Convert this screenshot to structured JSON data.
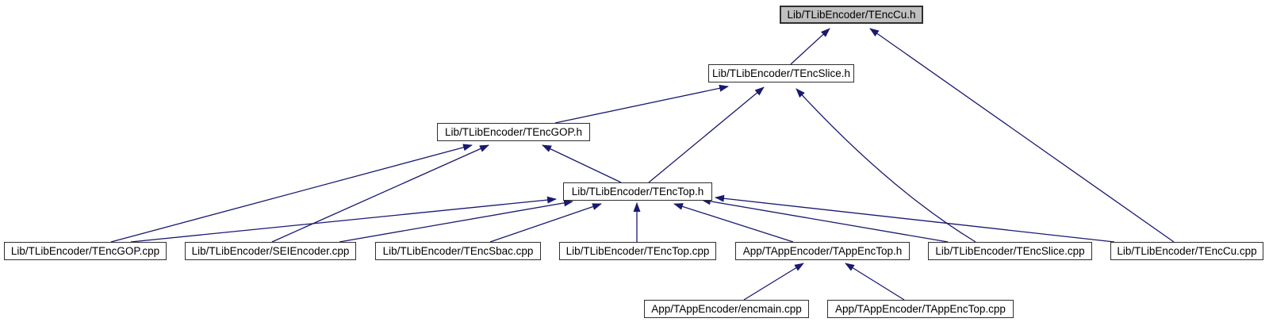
{
  "graph": {
    "type": "include-dependency-graph",
    "colors": {
      "edge": "#191970",
      "node_fill": "#ffffff",
      "node_border": "#2f2f2f",
      "highlight_fill": "#bfbfbf",
      "text": "#000000",
      "background": "#ffffff"
    },
    "nodes": [
      {
        "id": "tenccu_h",
        "label": "Lib/TLibEncoder/TEncCu.h",
        "highlighted": true
      },
      {
        "id": "tencslice_h",
        "label": "Lib/TLibEncoder/TEncSlice.h",
        "highlighted": false
      },
      {
        "id": "tencgop_h",
        "label": "Lib/TLibEncoder/TEncGOP.h",
        "highlighted": false
      },
      {
        "id": "tenctop_h",
        "label": "Lib/TLibEncoder/TEncTop.h",
        "highlighted": false
      },
      {
        "id": "tencgop_cpp",
        "label": "Lib/TLibEncoder/TEncGOP.cpp",
        "highlighted": false
      },
      {
        "id": "seiencoder_cpp",
        "label": "Lib/TLibEncoder/SEIEncoder.cpp",
        "highlighted": false
      },
      {
        "id": "tencsbac_cpp",
        "label": "Lib/TLibEncoder/TEncSbac.cpp",
        "highlighted": false
      },
      {
        "id": "tenctop_cpp",
        "label": "Lib/TLibEncoder/TEncTop.cpp",
        "highlighted": false
      },
      {
        "id": "tappenctop_h",
        "label": "App/TAppEncoder/TAppEncTop.h",
        "highlighted": false
      },
      {
        "id": "tencslice_cpp",
        "label": "Lib/TLibEncoder/TEncSlice.cpp",
        "highlighted": false
      },
      {
        "id": "tenccu_cpp",
        "label": "Lib/TLibEncoder/TEncCu.cpp",
        "highlighted": false
      },
      {
        "id": "encmain_cpp",
        "label": "App/TAppEncoder/encmain.cpp",
        "highlighted": false
      },
      {
        "id": "tappenctop_cpp",
        "label": "App/TAppEncoder/TAppEncTop.cpp",
        "highlighted": false
      }
    ],
    "edges": [
      {
        "from": "tencslice_h",
        "to": "tenccu_h"
      },
      {
        "from": "tenccu_cpp",
        "to": "tenccu_h"
      },
      {
        "from": "tencgop_h",
        "to": "tencslice_h"
      },
      {
        "from": "tenctop_h",
        "to": "tencslice_h"
      },
      {
        "from": "tencslice_cpp",
        "to": "tencslice_h"
      },
      {
        "from": "tencgop_cpp",
        "to": "tencgop_h"
      },
      {
        "from": "seiencoder_cpp",
        "to": "tencgop_h"
      },
      {
        "from": "tenctop_h",
        "to": "tencgop_h"
      },
      {
        "from": "tencgop_cpp",
        "to": "tenctop_h"
      },
      {
        "from": "seiencoder_cpp",
        "to": "tenctop_h"
      },
      {
        "from": "tencsbac_cpp",
        "to": "tenctop_h"
      },
      {
        "from": "tenctop_cpp",
        "to": "tenctop_h"
      },
      {
        "from": "tappenctop_h",
        "to": "tenctop_h"
      },
      {
        "from": "tencslice_cpp",
        "to": "tenctop_h"
      },
      {
        "from": "tenccu_cpp",
        "to": "tenctop_h"
      },
      {
        "from": "encmain_cpp",
        "to": "tappenctop_h"
      },
      {
        "from": "tappenctop_cpp",
        "to": "tappenctop_h"
      }
    ]
  }
}
